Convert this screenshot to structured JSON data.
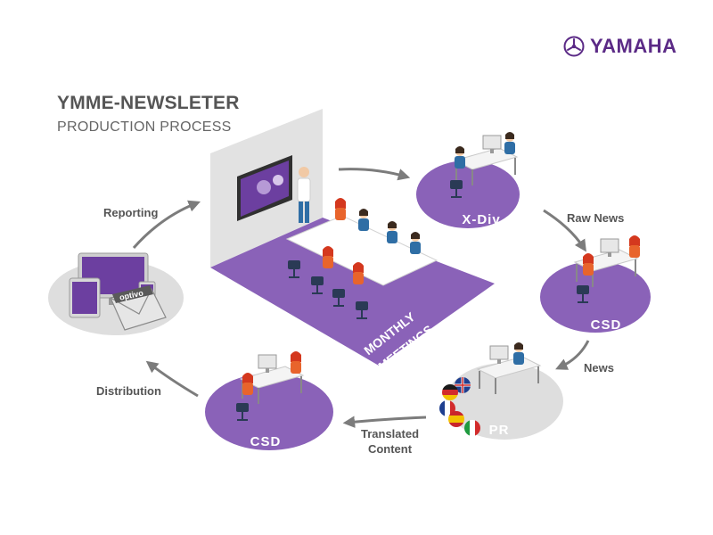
{
  "brand": {
    "name": "YAMAHA",
    "logo_icon": "yamaha-tuning-fork-logo",
    "color": "#5b2a86"
  },
  "header": {
    "title": "YMME-NEWSLETER",
    "subtitle": "PRODUCTION PROCESS"
  },
  "stations": {
    "monthly_meetings": {
      "label_line1": "MONTHLY",
      "label_line2": "MEETINGS"
    },
    "xdiv": {
      "label": "X-Div"
    },
    "csd_right": {
      "label": "CSD"
    },
    "pr": {
      "label": "PR"
    },
    "csd_bottom": {
      "label": "CSD"
    },
    "reporting_device": {
      "brand_text": "optivo"
    }
  },
  "flows": {
    "raw_news": "Raw News",
    "news": "News",
    "translated_line1": "Translated",
    "translated_line2": "Content",
    "distribution": "Distribution",
    "reporting": "Reporting"
  },
  "colors": {
    "accent_purple": "#8a62b8",
    "platform_grey": "#dedede",
    "arrow_grey": "#7c7c7c",
    "person_blue": "#2f6ea5",
    "person_orange": "#e8642c",
    "hair_red": "#d4381e"
  }
}
